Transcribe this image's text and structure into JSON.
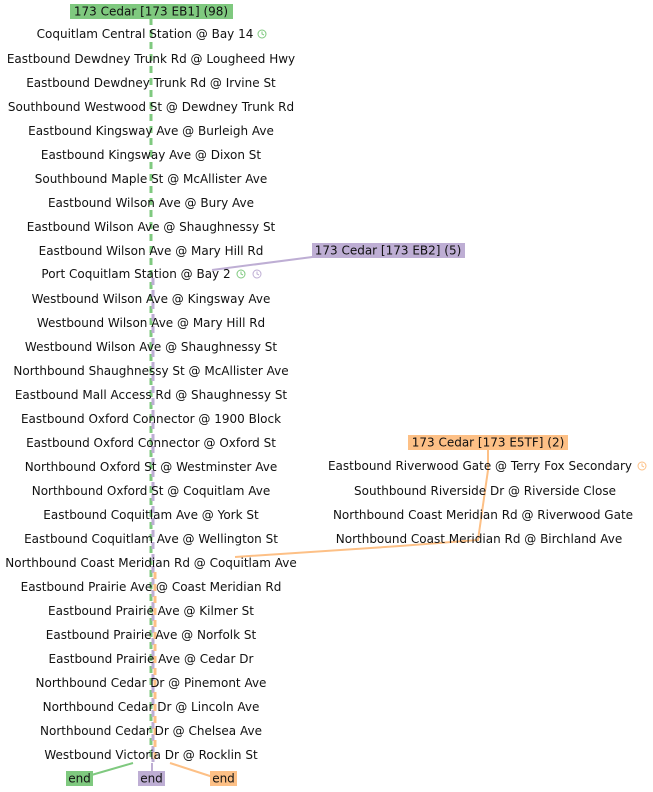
{
  "colors": {
    "green": "#7fc97f",
    "purple": "#beaed4",
    "orange": "#fdc086",
    "clock_green": "#7fc97f",
    "clock_purple": "#beaed4",
    "clock_orange": "#fdc086"
  },
  "routes": [
    {
      "label": "173 Cedar [173 EB1] (98)",
      "color": "green"
    },
    {
      "label": "173 Cedar [173 EB2] (5)",
      "color": "purple"
    },
    {
      "label": "173 Cedar [173 E5TF] (2)",
      "color": "orange"
    }
  ],
  "main_stops": [
    "Coquitlam Central Station @ Bay 14",
    "Eastbound Dewdney Trunk Rd @ Lougheed Hwy",
    "Eastbound Dewdney Trunk Rd @ Irvine St",
    "Southbound Westwood St @ Dewdney Trunk Rd",
    "Eastbound Kingsway Ave @ Burleigh Ave",
    "Eastbound Kingsway Ave @ Dixon St",
    "Southbound Maple St @ McAllister Ave",
    "Eastbound Wilson Ave @ Bury Ave",
    "Eastbound Wilson Ave @ Shaughnessy St",
    "Eastbound Wilson Ave @ Mary Hill Rd",
    "Port Coquitlam Station @ Bay 2",
    "Westbound Wilson Ave @ Kingsway Ave",
    "Westbound Wilson Ave @ Mary Hill Rd",
    "Westbound Wilson Ave @ Shaughnessy St",
    "Northbound Shaughnessy St @ McAllister Ave",
    "Eastbound Mall Access Rd @ Shaughnessy St",
    "Eastbound Oxford Connector @ 1900 Block",
    "Eastbound Oxford Connector @ Oxford St",
    "Northbound Oxford St @ Westminster Ave",
    "Northbound Oxford St @ Coquitlam Ave",
    "Eastbound Coquitlam Ave @ York St",
    "Eastbound Coquitlam Ave @ Wellington St",
    "Northbound Coast Meridian Rd @ Coquitlam Ave",
    "Eastbound Prairie Ave @ Coast Meridian Rd",
    "Eastbound Prairie Ave @ Kilmer St",
    "Eastbound Prairie Ave @ Norfolk St",
    "Eastbound Prairie Ave @ Cedar Dr",
    "Northbound Cedar Dr @ Pinemont Ave",
    "Northbound Cedar Dr @ Lincoln Ave",
    "Northbound Cedar Dr @ Chelsea Ave",
    "Westbound Victoria Dr @ Rocklin St"
  ],
  "branch_stops": [
    "Eastbound Riverwood Gate @ Terry Fox Secondary",
    "Southbound Riverside Dr @ Riverside Close",
    "Northbound Coast Meridian Rd @ Riverwood Gate",
    "Northbound Coast Meridian Rd @ Birchland Ave"
  ],
  "end_labels": [
    "end",
    "end",
    "end"
  ],
  "clock_icon": "⏱"
}
